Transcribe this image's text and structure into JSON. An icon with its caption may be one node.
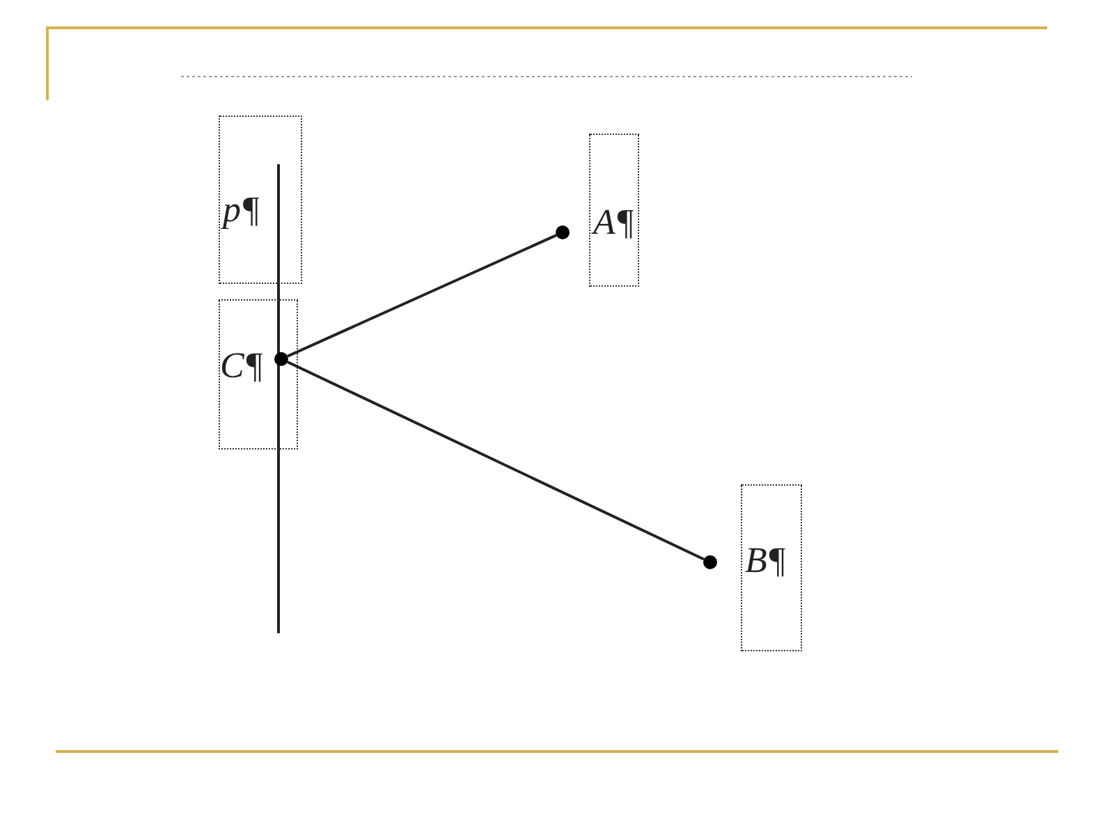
{
  "diagram": {
    "nodes": [
      {
        "text": [],
        "shape": "circle",
        "beside": [
          "A¶"
        ]
      },
      {
        "text": [],
        "shape": "circle",
        "beside": [
          "C¶"
        ]
      },
      {
        "text": [],
        "shape": "circle",
        "beside": [
          "B¶"
        ]
      }
    ],
    "edges": [
      {
        "from": 1,
        "to": 0,
        "arrow": "none"
      },
      {
        "from": 1,
        "to": 2,
        "arrow": "none"
      }
    ],
    "labels": [
      "p¶"
    ]
  }
}
